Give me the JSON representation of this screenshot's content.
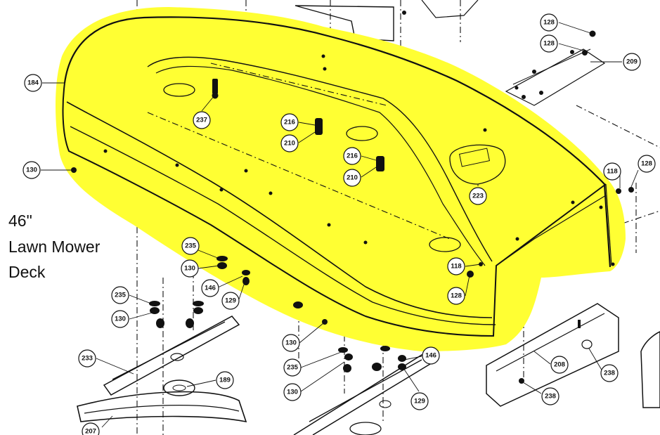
{
  "caption": {
    "line1": "46\"",
    "line2": "Lawn Mower",
    "line3": "Deck"
  },
  "highlight_color": "#ffff33",
  "callouts": {
    "c184": "184",
    "c130a": "130",
    "c237": "237",
    "c216a": "216",
    "c210a": "210",
    "c216b": "216",
    "c210b": "210",
    "c223": "223",
    "c128a": "128",
    "c128b": "128",
    "c209": "209",
    "c118a": "118",
    "c128c": "128",
    "c118b": "118",
    "c128d": "128",
    "c235a": "235",
    "c130b": "130",
    "c146a": "146",
    "c129a": "129",
    "c235b": "235",
    "c130c": "130",
    "c130d": "130",
    "c235c": "235",
    "c130e": "130",
    "c146b": "146",
    "c129b": "129",
    "c233": "233",
    "c189": "189",
    "c207": "207",
    "c208": "208",
    "c238a": "238",
    "c238b": "238"
  }
}
